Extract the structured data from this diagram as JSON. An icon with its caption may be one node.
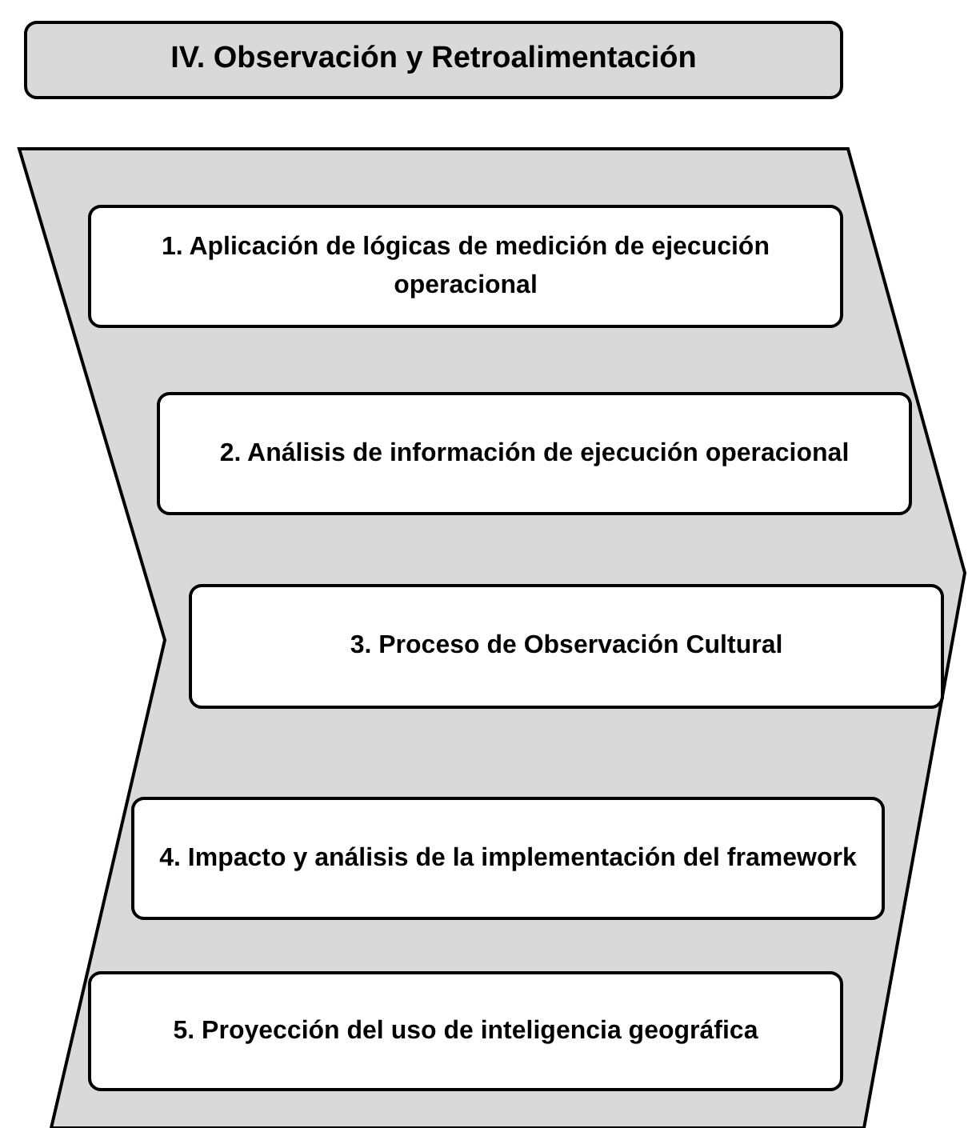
{
  "diagram": {
    "nodes": [
      {
        "text": [
          "IV. Observación y Retroalimentación"
        ]
      },
      {
        "text": [],
        "shape": "chevron"
      },
      {
        "text": [
          "1. Aplicación de lógicas de medición de ejecución operacional"
        ],
        "in": 1
      },
      {
        "text": [
          "2. Análisis de información de ejecución operacional"
        ],
        "in": 1
      },
      {
        "text": [
          "3. Proceso de Observación Cultural"
        ],
        "in": 1
      },
      {
        "text": [
          "4. Impacto y análisis de la implementación del framework"
        ],
        "in": 1
      },
      {
        "text": [
          "5. Proyección del uso de inteligencia geográfica"
        ],
        "in": 1
      }
    ]
  }
}
